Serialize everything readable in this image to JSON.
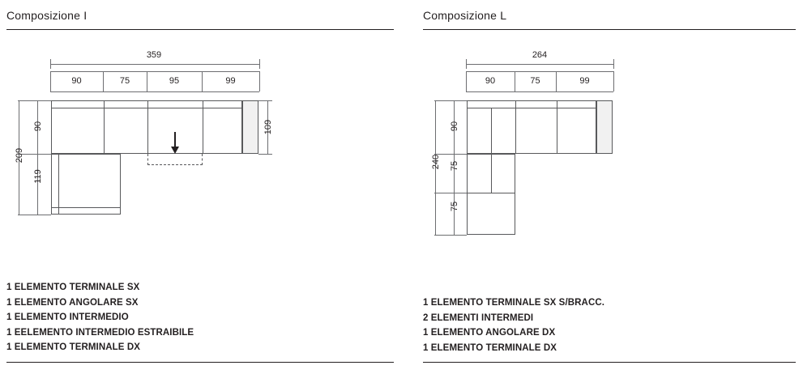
{
  "compositions": [
    {
      "title": "Composizione I",
      "total_width": "359",
      "segments": [
        "90",
        "75",
        "95",
        "99"
      ],
      "depth_main": "109",
      "side_total": "209",
      "side_upper": "90",
      "side_lower": "119",
      "legend": [
        "1 ELEMENTO TERMINALE SX",
        "1 ELEMENTO ANGOLARE SX",
        "1 ELEMENTO INTERMEDIO",
        "1 EELEMENTO INTERMEDIO ESTRAIBILE",
        "1 ELEMENTO TERMINALE DX"
      ]
    },
    {
      "title": "Composizione L",
      "total_width": "264",
      "segments": [
        "90",
        "75",
        "99"
      ],
      "side_total": "240",
      "side_upper": "90",
      "side_mid": "75",
      "side_lower": "75",
      "legend": [
        "1 ELEMENTO TERMINALE SX S/BRACC.",
        "2 ELEMENTI INTERMEDI",
        "1 ELEMENTO ANGOLARE DX",
        "1 ELEMENTO TERMINALE DX"
      ]
    }
  ],
  "colors": {
    "ink": "#231f20",
    "line": "#58595b",
    "dim": "#6d6e71",
    "shade": "#f1f1f1"
  }
}
